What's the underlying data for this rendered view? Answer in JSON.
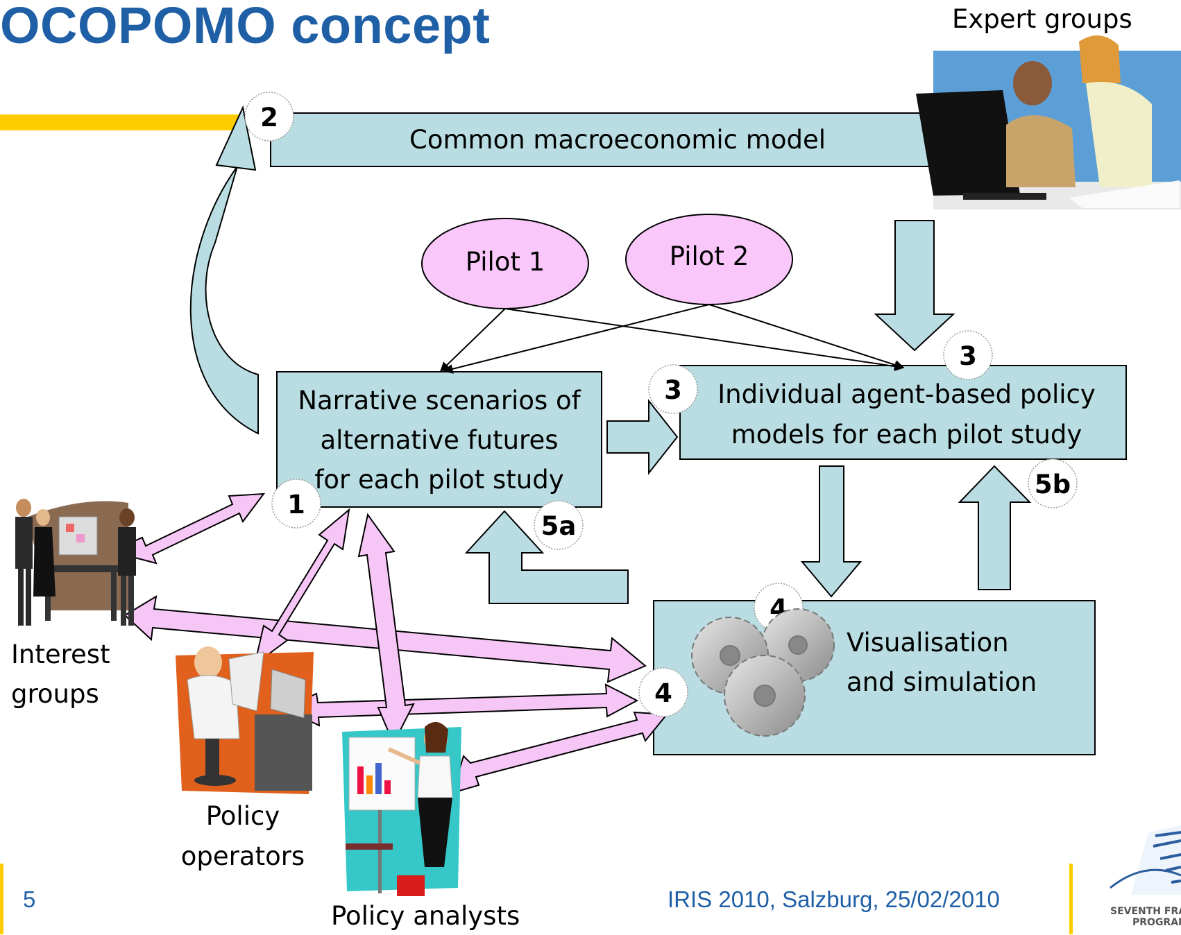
{
  "slide": {
    "title": "OCOPOMO concept",
    "page_number": "5",
    "footer": "IRIS 2010, Salzburg, 25/02/2010",
    "logo_text": [
      "SEVENTH FRAMEWORK",
      "PROGRAMME"
    ]
  },
  "nodes": {
    "common_model": "Common macroeconomic model",
    "pilot1": "Pilot 1",
    "pilot2": "Pilot 2",
    "narrative": [
      "Narrative scenarios of",
      "alternative futures",
      "for each pilot study"
    ],
    "agent_models": [
      "Individual agent-based policy",
      "models for each pilot study"
    ],
    "visualisation": [
      "Visualisation",
      "and simulation"
    ]
  },
  "actors": {
    "expert": "Expert groups",
    "interest": [
      "Interest",
      "groups"
    ],
    "operators": [
      "Policy",
      "operators"
    ],
    "analysts": "Policy analysts"
  },
  "steps": {
    "s1": "1",
    "s2": "2",
    "s3a": "3",
    "s3b": "3",
    "s4a": "4",
    "s4b": "4",
    "s5a": "5a",
    "s5b": "5b"
  },
  "colors": {
    "title": "#1f5fa6",
    "box_fill": "#b9dde2",
    "pilot_fill": "#f9c7f9",
    "pink_arrow": "#f6c6f6",
    "accent_bar": "#ffcc00"
  }
}
